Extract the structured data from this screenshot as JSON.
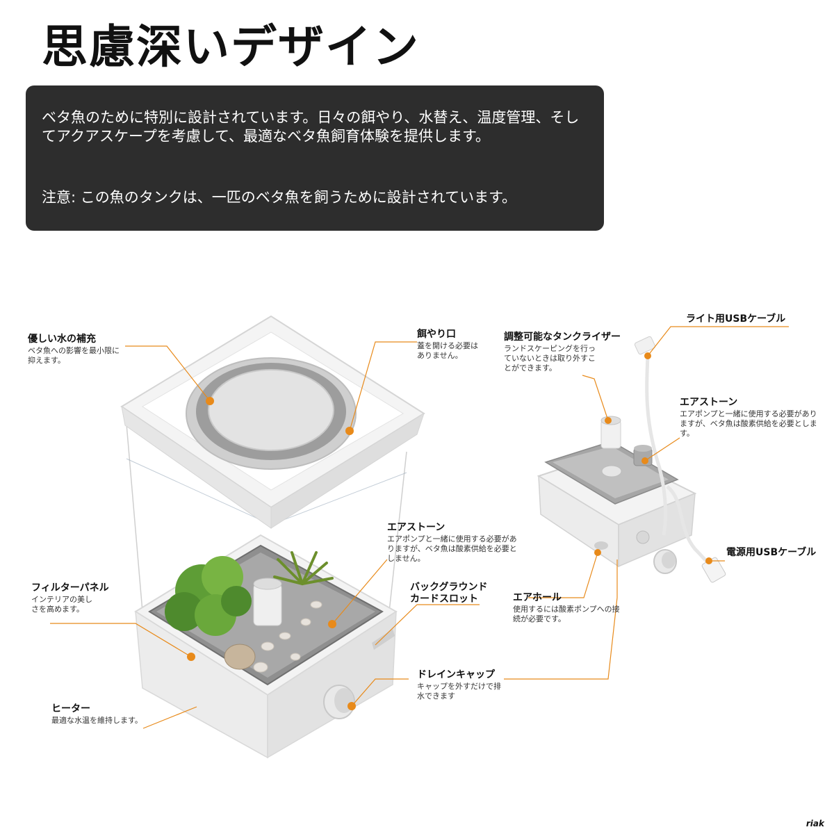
{
  "title": "思慮深いデザイン",
  "intro": {
    "description": "ベタ魚のために特別に設計されています。日々の餌やり、水替え、温度管理、そしてアクアスケープを考慮して、最適なベタ魚飼育体験を提供します。",
    "note": "注意: この魚のタンクは、一匹のベタ魚を飼うために設計されています。"
  },
  "annotations": {
    "gentle_refill": {
      "title": "優しい水の補充",
      "desc": "ベタ魚への影響を最小限に抑えます。"
    },
    "feeding_port": {
      "title": "餌やり口",
      "desc": "蓋を開ける必要はありません。"
    },
    "air_stone_main": {
      "title": "エアストーン",
      "desc": "エアポンプと一緒に使用する必要がありますが、ベタ魚は酸素供給を必要としません。"
    },
    "filter_panel": {
      "title": "フィルターパネル",
      "desc": "インテリアの美しさを高めます。"
    },
    "background_slot": {
      "title": "バックグラウンドカードスロット",
      "desc": ""
    },
    "drain_cap": {
      "title": "ドレインキャップ",
      "desc": "キャップを外すだけで排水できます"
    },
    "heater": {
      "title": "ヒーター",
      "desc": "最適な水温を維持します。"
    },
    "tank_riser": {
      "title": "調整可能なタンクライザー",
      "desc": "ランドスケーピングを行っていないときは取り外すことができます。"
    },
    "light_usb": {
      "title": "ライト用USBケーブル",
      "desc": ""
    },
    "air_stone_side": {
      "title": "エアストーン",
      "desc": "エアポンプと一緒に使用する必要がありますが、ベタ魚は酸素供給を必要とします。"
    },
    "power_usb": {
      "title": "電源用USBケーブル",
      "desc": ""
    },
    "air_hole": {
      "title": "エアホール",
      "desc": "使用するには酸素ポンプへの接続が必要です。"
    }
  },
  "watermark": "riak",
  "colors": {
    "accent": "#e88a1a",
    "panel": "#2d2d2d",
    "body": "#f2f2f2"
  }
}
